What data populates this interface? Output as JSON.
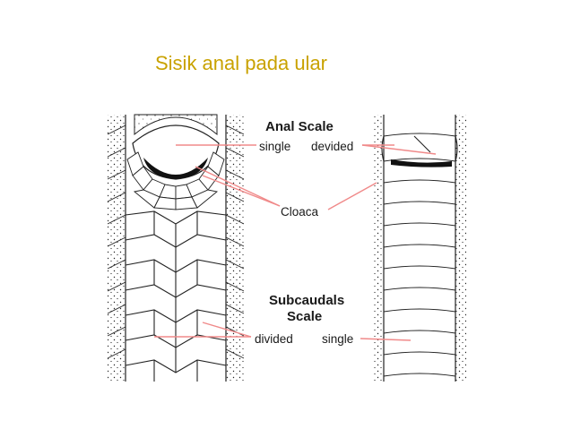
{
  "slide": {
    "title": "Sisik anal pada ular"
  },
  "diagram": {
    "anal_scale": {
      "heading": "Anal Scale",
      "left_label": "single",
      "right_label": "devided"
    },
    "cloaca_label": "Cloaca",
    "subcaudals": {
      "heading_line1": "Subcaudals",
      "heading_line2": "Scale",
      "left_label": "divided",
      "right_label": "single"
    },
    "colors": {
      "title": "#c9a200",
      "pointer_lines": "#f08a8a",
      "ink": "#1a1a1a"
    }
  }
}
